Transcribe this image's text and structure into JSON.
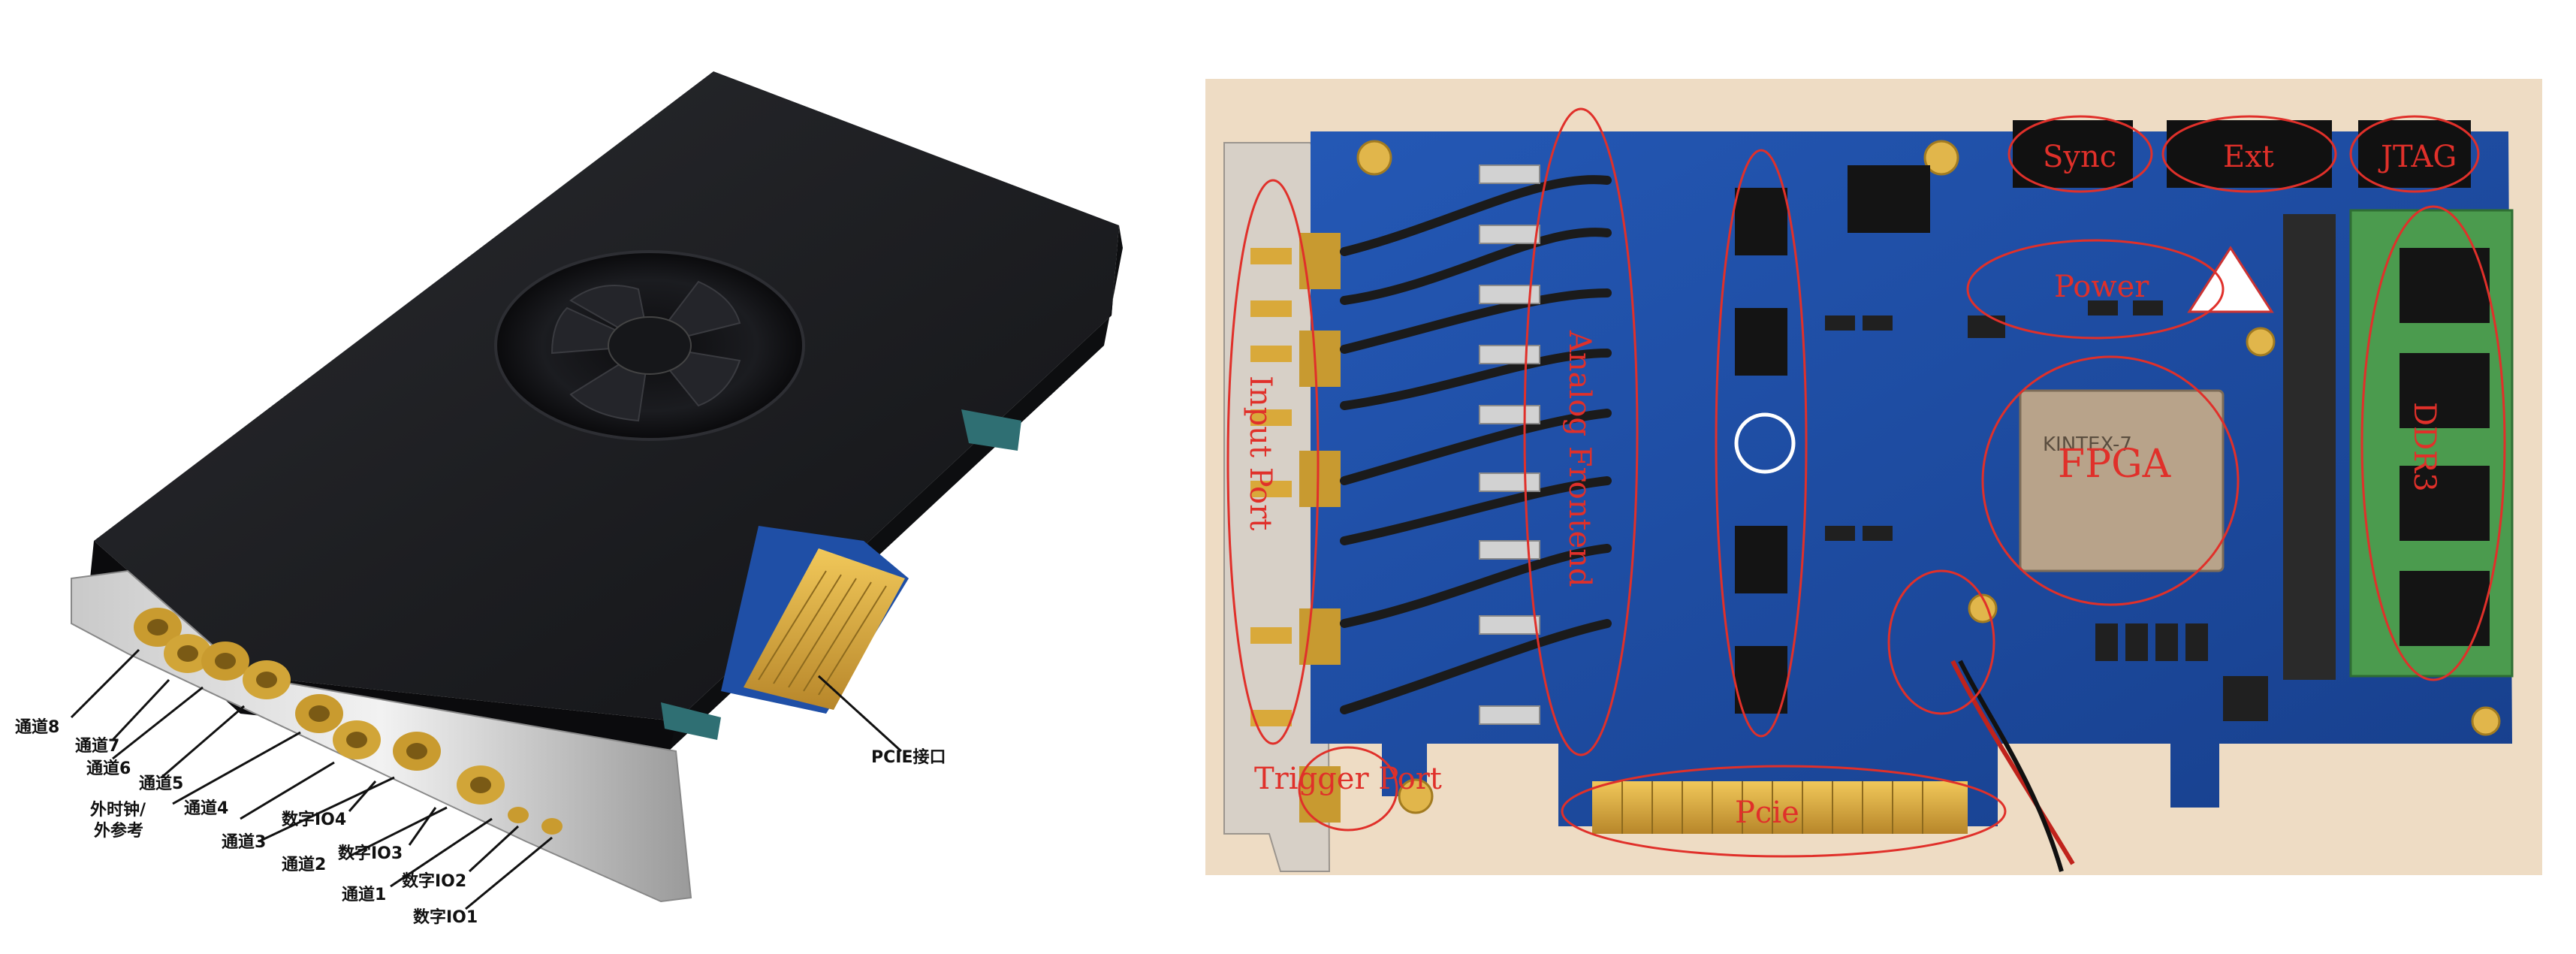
{
  "left_photo": {
    "channel_labels": {
      "ch8": "通道8",
      "ch7": "通道7",
      "ch6": "通道6",
      "ch5": "通道5",
      "ext_clock": "外时钟/",
      "ext_ref": "外参考",
      "ch4": "通道4",
      "ch3": "通道3",
      "dio4": "数字IO4",
      "ch2": "通道2",
      "dio3": "数字IO3",
      "ch1": "通道1",
      "dio2": "数字IO2",
      "dio1": "数字IO1"
    },
    "pcie_label": "PCIE接口"
  },
  "right_photo": {
    "callouts": {
      "sync": "Sync",
      "ext": "Ext",
      "jtag": "JTAG",
      "power": "Power",
      "fpga": "FPGA",
      "ddr3": "DDR3",
      "input_port": "Input Port",
      "trigger_port": "Trigger Port",
      "pcie": "Pcie",
      "analog_frontend": "Analog Frontend"
    },
    "chip_text": "KINTEX-7"
  },
  "colors": {
    "annotation": "#e0302a",
    "pcb": "#1f4fa6",
    "card_body": "#1c1d20",
    "gold": "#d9a93a"
  }
}
